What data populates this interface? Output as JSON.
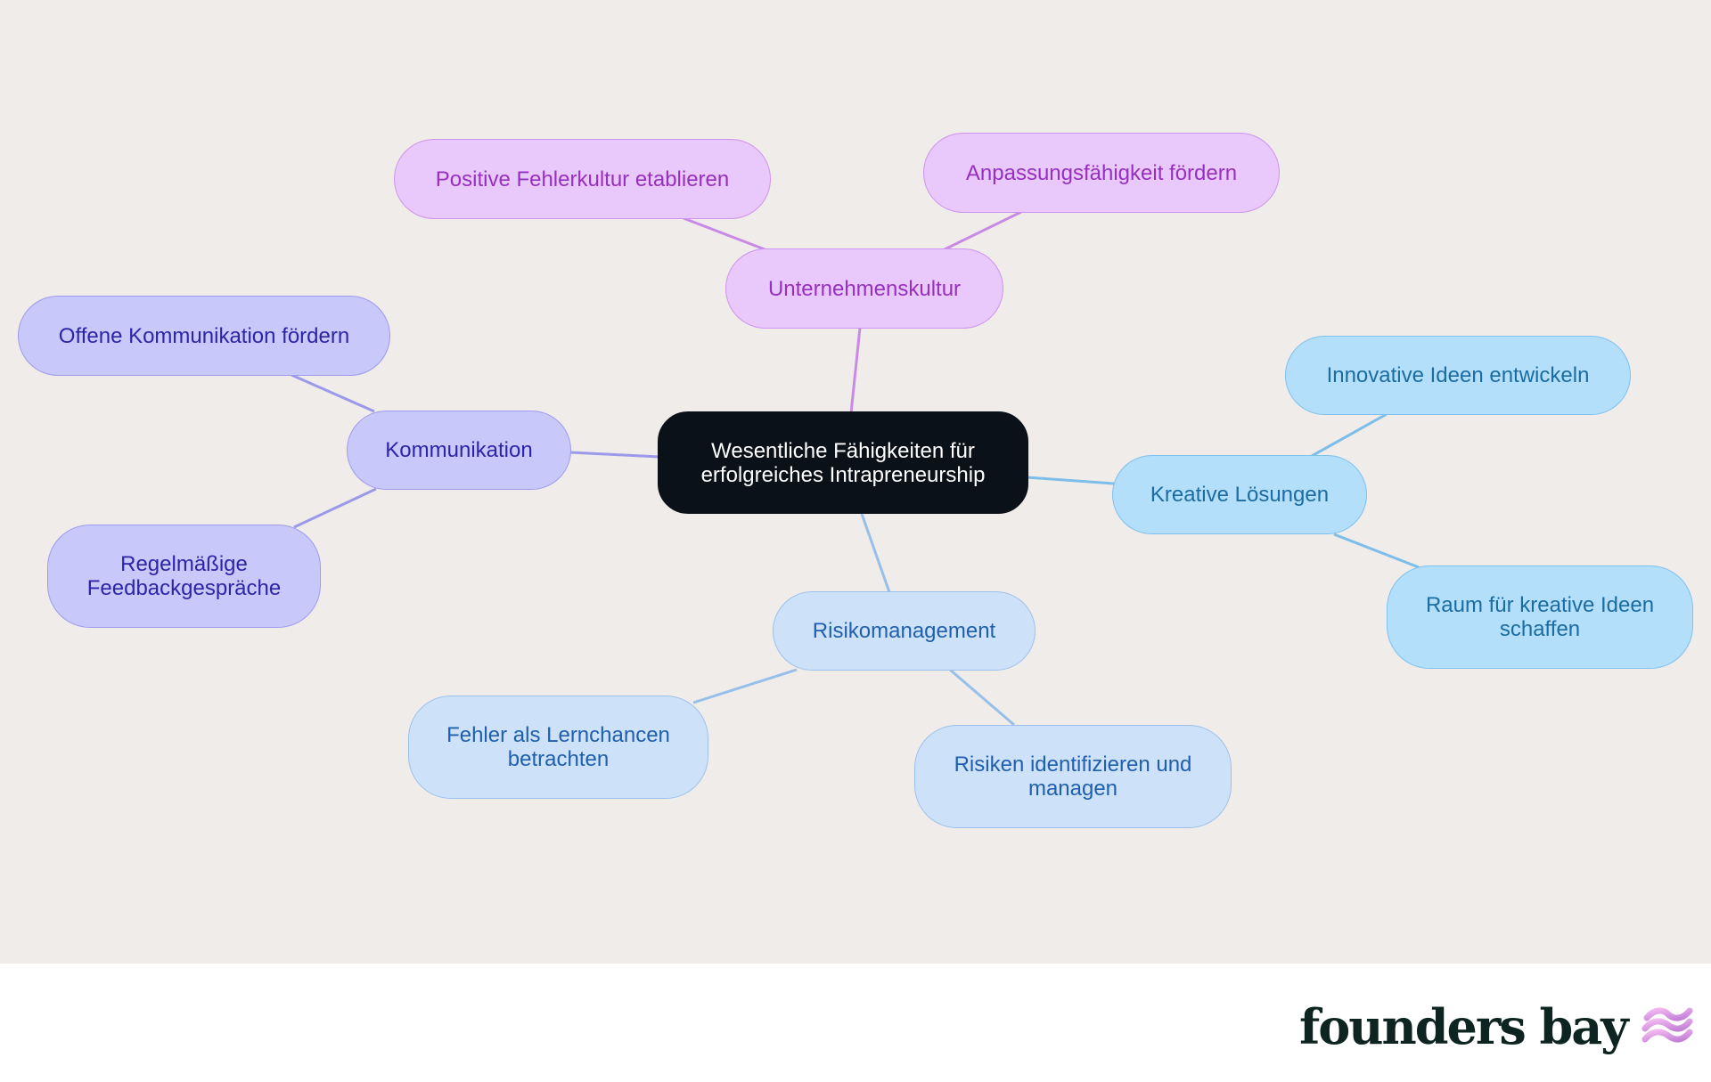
{
  "mindmap": {
    "root": "Wesentliche Fähigkeiten für erfolgreiches Intrapreneurship",
    "branches": [
      {
        "label": "Unternehmenskultur",
        "children": [
          "Positive Fehlerkultur etablieren",
          "Anpassungsfähigkeit fördern"
        ]
      },
      {
        "label": "Kommunikation",
        "children": [
          "Offene Kommunikation fördern",
          "Regelmäßige Feedbackgespräche"
        ]
      },
      {
        "label": "Kreative Lösungen",
        "children": [
          "Innovative Ideen entwickeln",
          "Raum für kreative Ideen schaffen"
        ]
      },
      {
        "label": "Risikomanagement",
        "children": [
          "Fehler als Lernchancen betrachten",
          "Risiken identifizieren und managen"
        ]
      }
    ]
  },
  "colors": {
    "canvas_bg": "#efecea",
    "root_fill": "#0b1119",
    "kultur_fill": "#e9c8fb",
    "kommunikation_fill": "#c9c8fb",
    "kreativ_fill": "#b4dffb",
    "risiko_fill": "#cde2f9"
  },
  "footer": {
    "brand": "founders bay",
    "logo_icon": "waves-icon"
  }
}
